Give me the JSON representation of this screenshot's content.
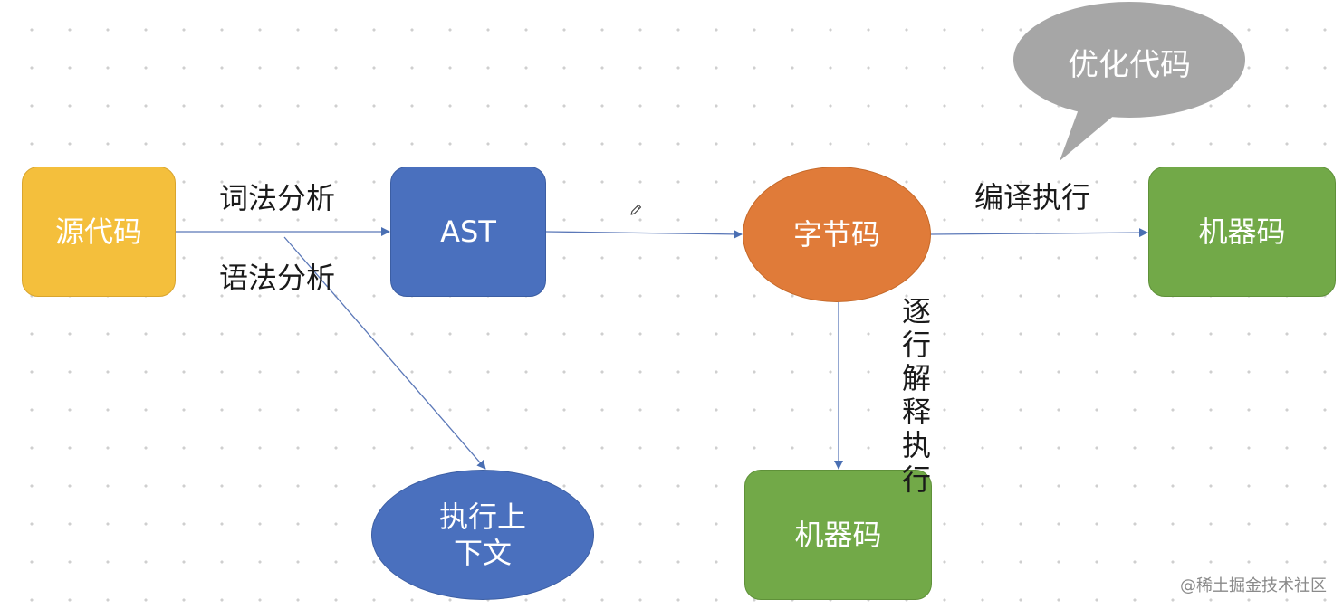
{
  "nodes": {
    "source_code": "源代码",
    "ast": "AST",
    "bytecode": "字节码",
    "machine_code_right": "机器码",
    "machine_code_bottom": "机器码",
    "exec_context": "执行上下文"
  },
  "edge_labels": {
    "lexical_analysis": "词法分析",
    "syntax_analysis": "语法分析",
    "compile_execute": "编译执行",
    "interpret_line_by_line": "逐行解释执行"
  },
  "callout": "优化代码",
  "watermark": "@稀土掘金技术社区",
  "icons": {
    "pen": "pen-icon"
  },
  "colors": {
    "yellow": "#f4bf3c",
    "blue": "#4a70be",
    "orange": "#e07b39",
    "green": "#72a948",
    "bubble_gray": "#a6a6a6",
    "edge": "#5b78b8"
  }
}
